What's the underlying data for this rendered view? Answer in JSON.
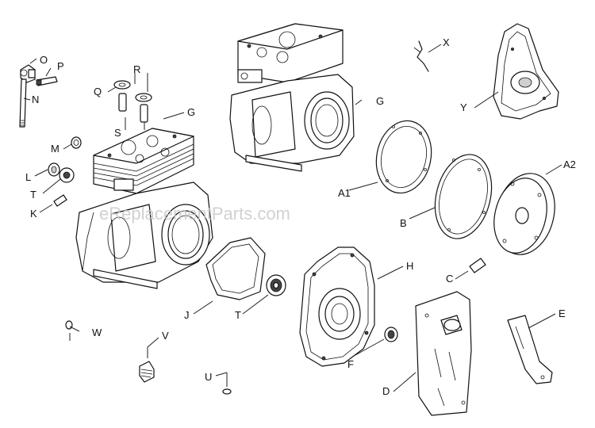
{
  "watermark": "eReplacementParts.com",
  "labels": {
    "O": "O",
    "P": "P",
    "N": "N",
    "Q": "Q",
    "R": "R",
    "S": "S",
    "G1": "G",
    "G2": "G",
    "M": "M",
    "L": "L",
    "T1": "T",
    "K": "K",
    "X": "X",
    "Y": "Y",
    "A1": "A1",
    "A2": "A2",
    "B": "B",
    "H": "H",
    "C": "C",
    "J": "J",
    "T2": "T",
    "W": "W",
    "V": "V",
    "U": "U",
    "F": "F",
    "D": "D",
    "E": "E"
  }
}
